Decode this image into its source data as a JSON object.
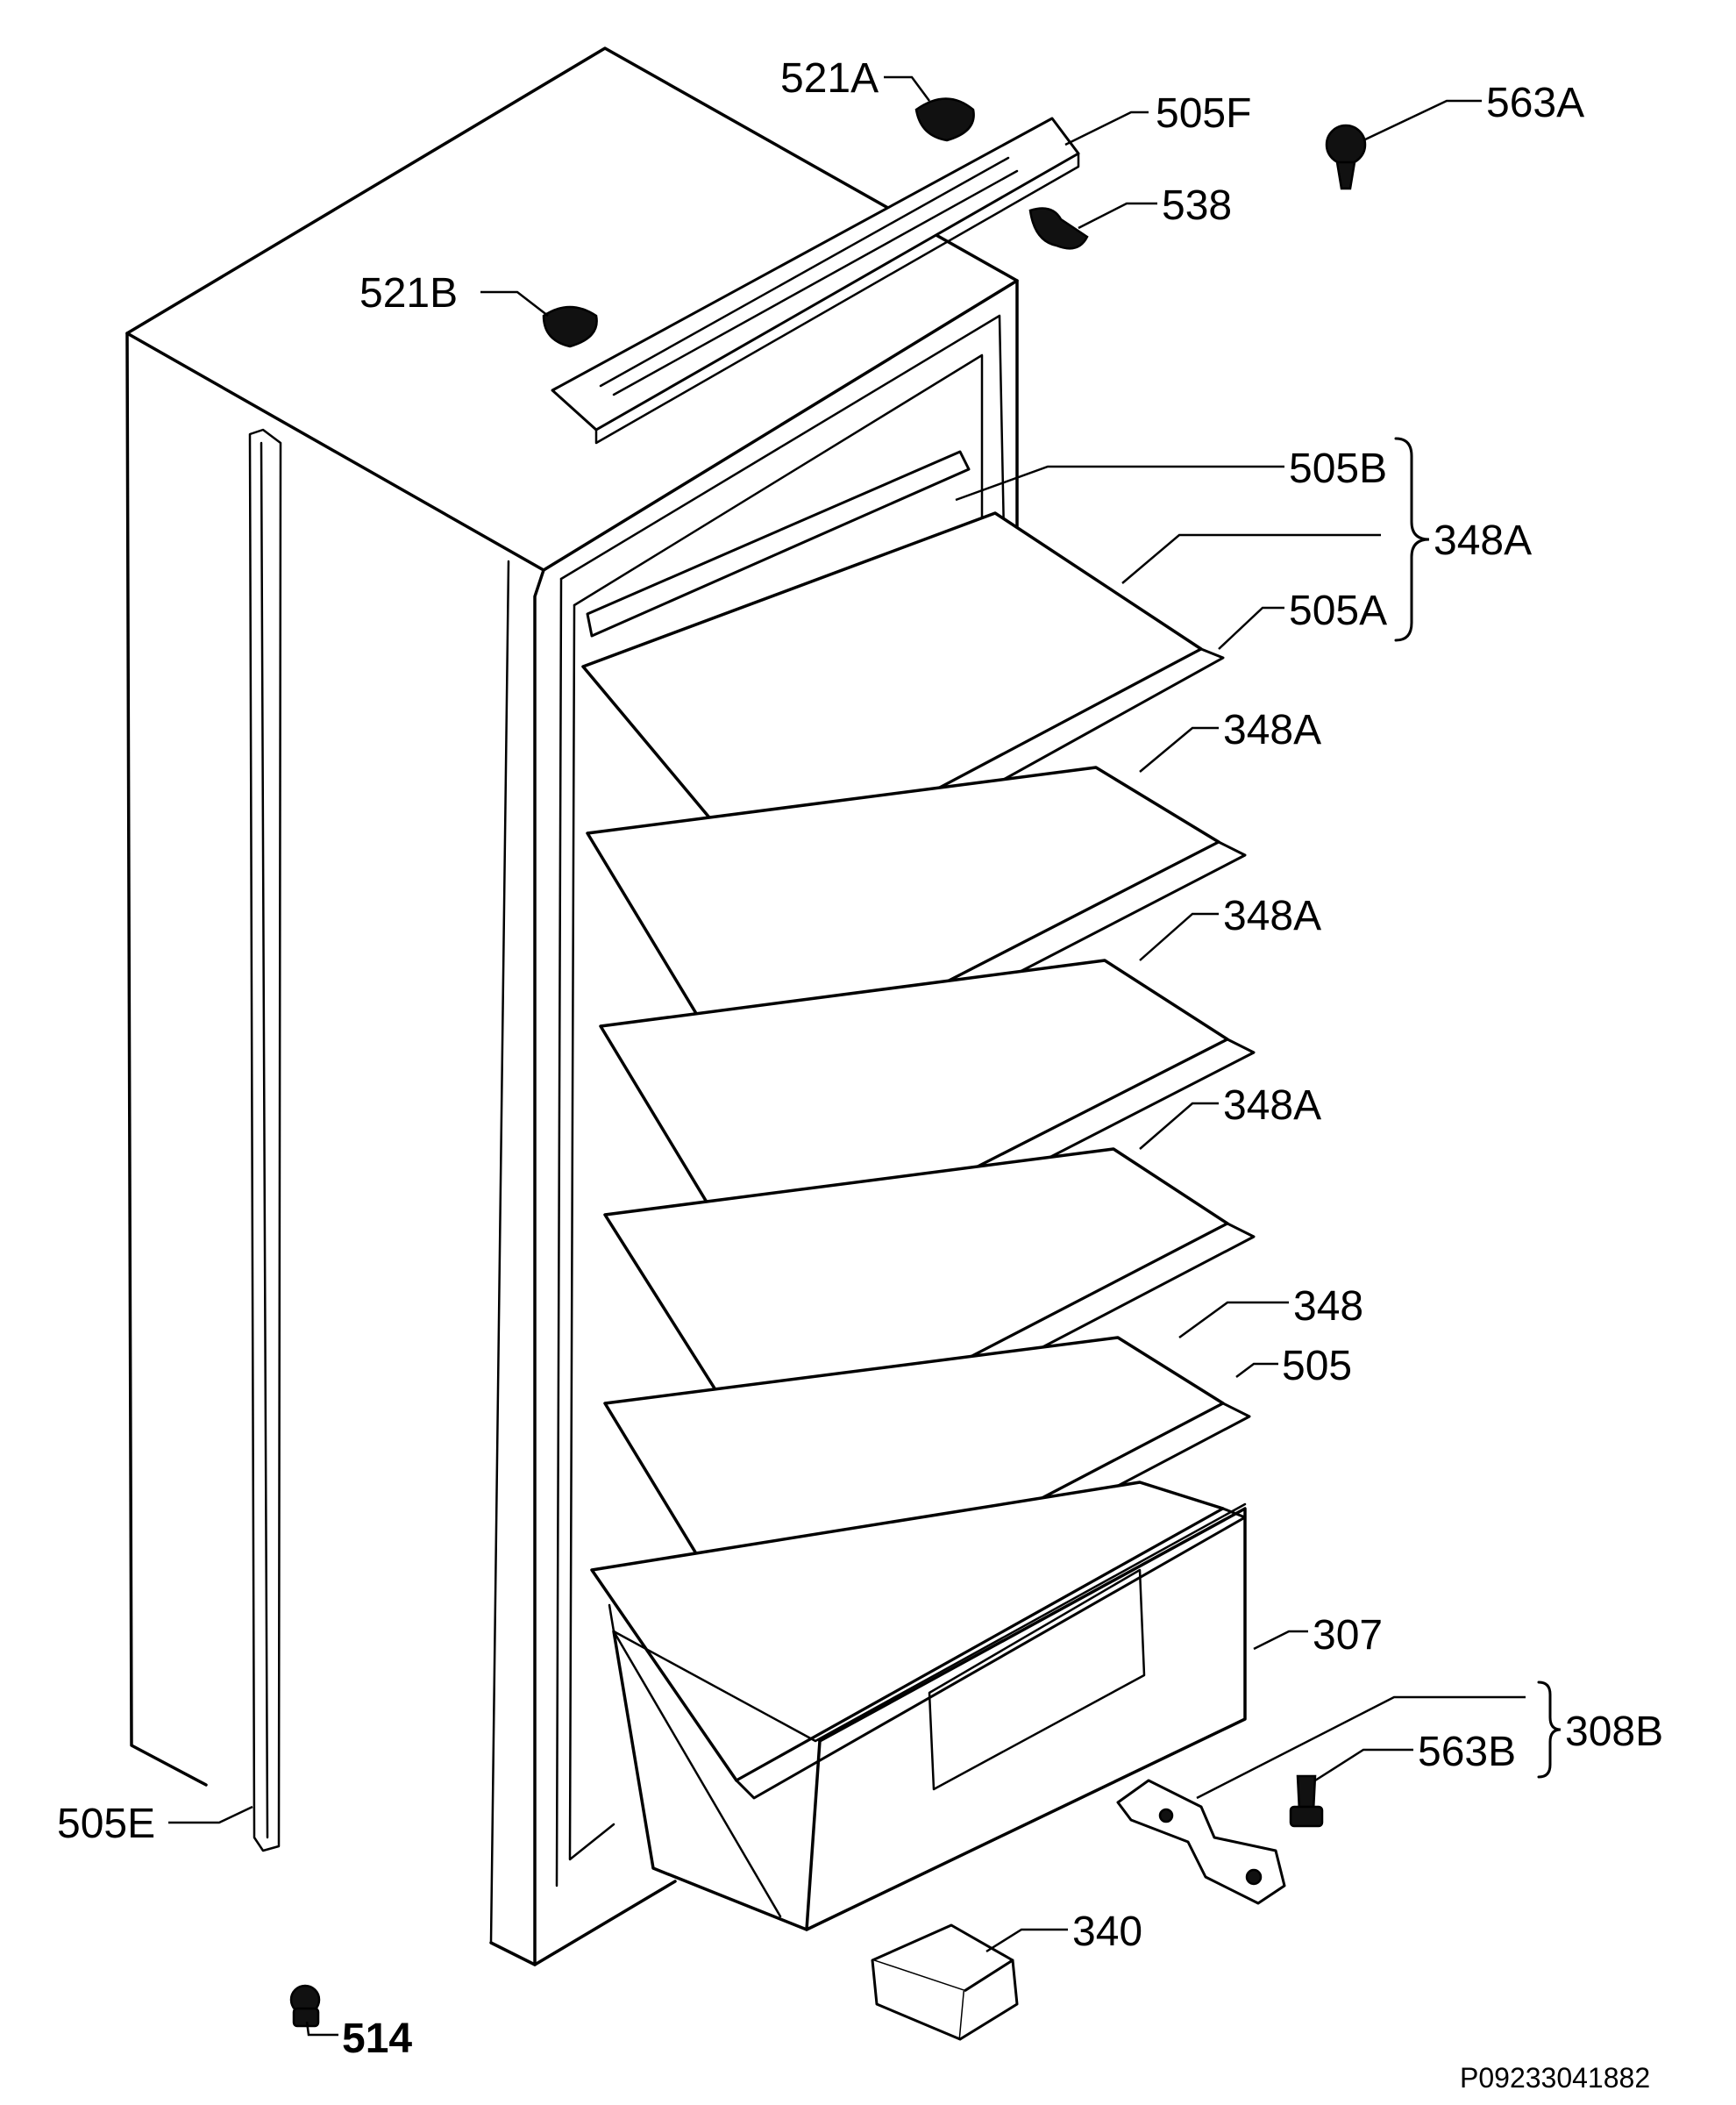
{
  "labels": {
    "p521a": "521A",
    "p505f": "505F",
    "p563a": "563A",
    "p538": "538",
    "p521b": "521B",
    "p505b": "505B",
    "p348a_group": "348A",
    "p505a": "505A",
    "p348a_1": "348A",
    "p348a_2": "348A",
    "p348a_3": "348A",
    "p348": "348",
    "p505": "505",
    "p307": "307",
    "p308b": "308B",
    "p563b": "563B",
    "p505e": "505E",
    "p340": "340",
    "p514": "514"
  },
  "drawing_code": "P09233041882"
}
